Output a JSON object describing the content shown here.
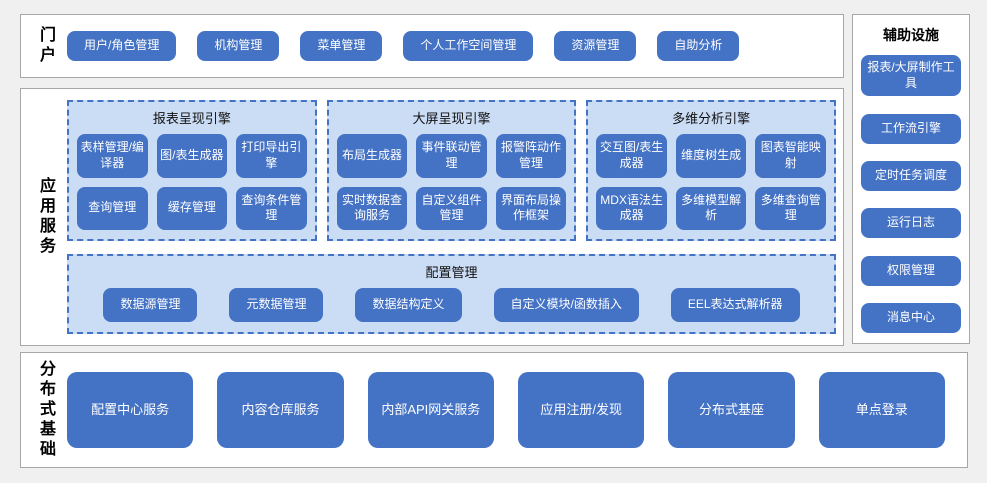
{
  "portal": {
    "label": "门户",
    "items": [
      "用户/角色管理",
      "机构管理",
      "菜单管理",
      "个人工作空间管理",
      "资源管理",
      "自助分析"
    ]
  },
  "app_services": {
    "label": "应用服务",
    "engines": [
      {
        "title": "报表呈现引擎",
        "items": [
          "表样管理/编译器",
          "图/表生成器",
          "打印导出引擎",
          "查询管理",
          "缓存管理",
          "查询条件管理"
        ]
      },
      {
        "title": "大屏呈现引擎",
        "items": [
          "布局生成器",
          "事件联动管理",
          "报警阵动作管理",
          "实时数据查询服务",
          "自定义组件管理",
          "界面布局操作框架"
        ]
      },
      {
        "title": "多维分析引擎",
        "items": [
          "交互图/表生成器",
          "维度树生成",
          "图表智能映射",
          "MDX语法生成器",
          "多维模型解析",
          "多维查询管理"
        ]
      }
    ],
    "config": {
      "title": "配置管理",
      "items": [
        "数据源管理",
        "元数据管理",
        "数据结构定义",
        "自定义模块/函数插入",
        "EEL表达式解析器"
      ]
    }
  },
  "distributed": {
    "label": "分布式基础",
    "items": [
      "配置中心服务",
      "内容仓库服务",
      "内部API网关服务",
      "应用注册/发现",
      "分布式基座",
      "单点登录"
    ]
  },
  "auxiliary": {
    "label": "辅助设施",
    "items": [
      "报表/大屏制作工具",
      "工作流引擎",
      "定时任务调度",
      "运行日志",
      "权限管理",
      "消息中心"
    ]
  },
  "colors": {
    "button_bg": "#4472C4",
    "button_text": "#FFFFFF",
    "engine_bg": "#CBDCF5",
    "engine_border": "#4472C4",
    "panel_bg": "#FFFFFF",
    "panel_border": "#A6A6A6",
    "page_bg": "#F0F0F0"
  }
}
